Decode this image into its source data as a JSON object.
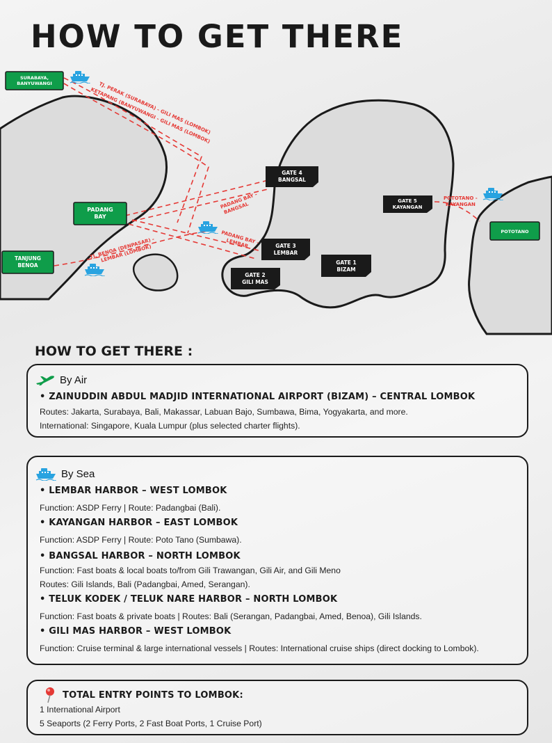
{
  "title": "HOW TO GET THERE",
  "map": {
    "ports": [
      {
        "label": "SURABAYA,\nBANYUWANGI"
      },
      {
        "label": "PADANG\nBAY"
      },
      {
        "label": "TANJUNG\nBENOA"
      },
      {
        "label": "POTOTANO"
      }
    ],
    "gates": [
      {
        "label": "GATE 4\nBANGSAL"
      },
      {
        "label": "GATE 3\nLEMBAR"
      },
      {
        "label": "GATE 2\nGILI MAS"
      },
      {
        "label": "GATE 1\nBIZAM"
      },
      {
        "label": "GATE 5\nKAYANGAN"
      }
    ],
    "routes": [
      {
        "label": "TJ. PERAK (SURABAYA) - GILI MAS (LOMBOK)"
      },
      {
        "label": "KETAPANG (BANYUWANGI - GILI MAS (LOMBOK)"
      },
      {
        "label": "PADANG BAY -\nBANGSAL"
      },
      {
        "label": "PADANG BAY -\nLEMBAR"
      },
      {
        "label": "TJ. BENOA (DENPASAR) -\nLEMBAR (LOMBOK)"
      },
      {
        "label": "POTOTANO -\nKAYANGAN"
      }
    ],
    "colors": {
      "port_green": "#0f9d4a",
      "gate_black": "#1a1a1a",
      "route_red": "#e53935",
      "ship_blue": "#29a3e0",
      "land": "#dcdcdc"
    }
  },
  "section_title": "HOW TO GET THERE :",
  "air": {
    "icon": "plane-icon",
    "heading": "By Air",
    "airport": "• ZAINUDDIN ABDUL MADJID INTERNATIONAL AIRPORT (BIZAM) – CENTRAL LOMBOK",
    "routes": "Routes: Jakarta, Surabaya, Bali, Makassar, Labuan Bajo, Sumbawa, Bima, Yogyakarta, and more.",
    "international": "International: Singapore, Kuala Lumpur (plus selected charter flights)."
  },
  "sea": {
    "icon": "ship-icon",
    "heading": "By Sea",
    "harbors": [
      {
        "name": "• LEMBAR HARBOR – WEST LOMBOK",
        "lines": [
          "Function: ASDP Ferry | Route: Padangbai (Bali)."
        ]
      },
      {
        "name": "• KAYANGAN HARBOR – EAST LOMBOK",
        "lines": [
          "Function: ASDP Ferry | Route: Poto Tano (Sumbawa)."
        ]
      },
      {
        "name": "• BANGSAL HARBOR – NORTH LOMBOK",
        "lines": [
          "Function: Fast boats & local boats to/from Gili Trawangan, Gili Air, and Gili Meno",
          "Routes: Gili Islands, Bali (Padangbai, Amed, Serangan)."
        ]
      },
      {
        "name": "• TELUK KODEK / TELUK NARE HARBOR – NORTH LOMBOK",
        "lines": [
          "Function: Fast boats & private boats | Routes: Bali (Serangan, Padangbai, Amed, Benoa), Gili Islands."
        ]
      },
      {
        "name": "• GILI MAS HARBOR – WEST LOMBOK",
        "lines": [
          "Function: Cruise terminal & large international vessels | Routes: International cruise ships (direct docking to Lombok)."
        ]
      }
    ]
  },
  "total": {
    "icon": "map-pin-icon",
    "heading": "TOTAL ENTRY POINTS TO LOMBOK:",
    "lines": [
      "1 International Airport",
      "5 Seaports (2 Ferry Ports, 2 Fast Boat Ports, 1 Cruise Port)"
    ]
  }
}
